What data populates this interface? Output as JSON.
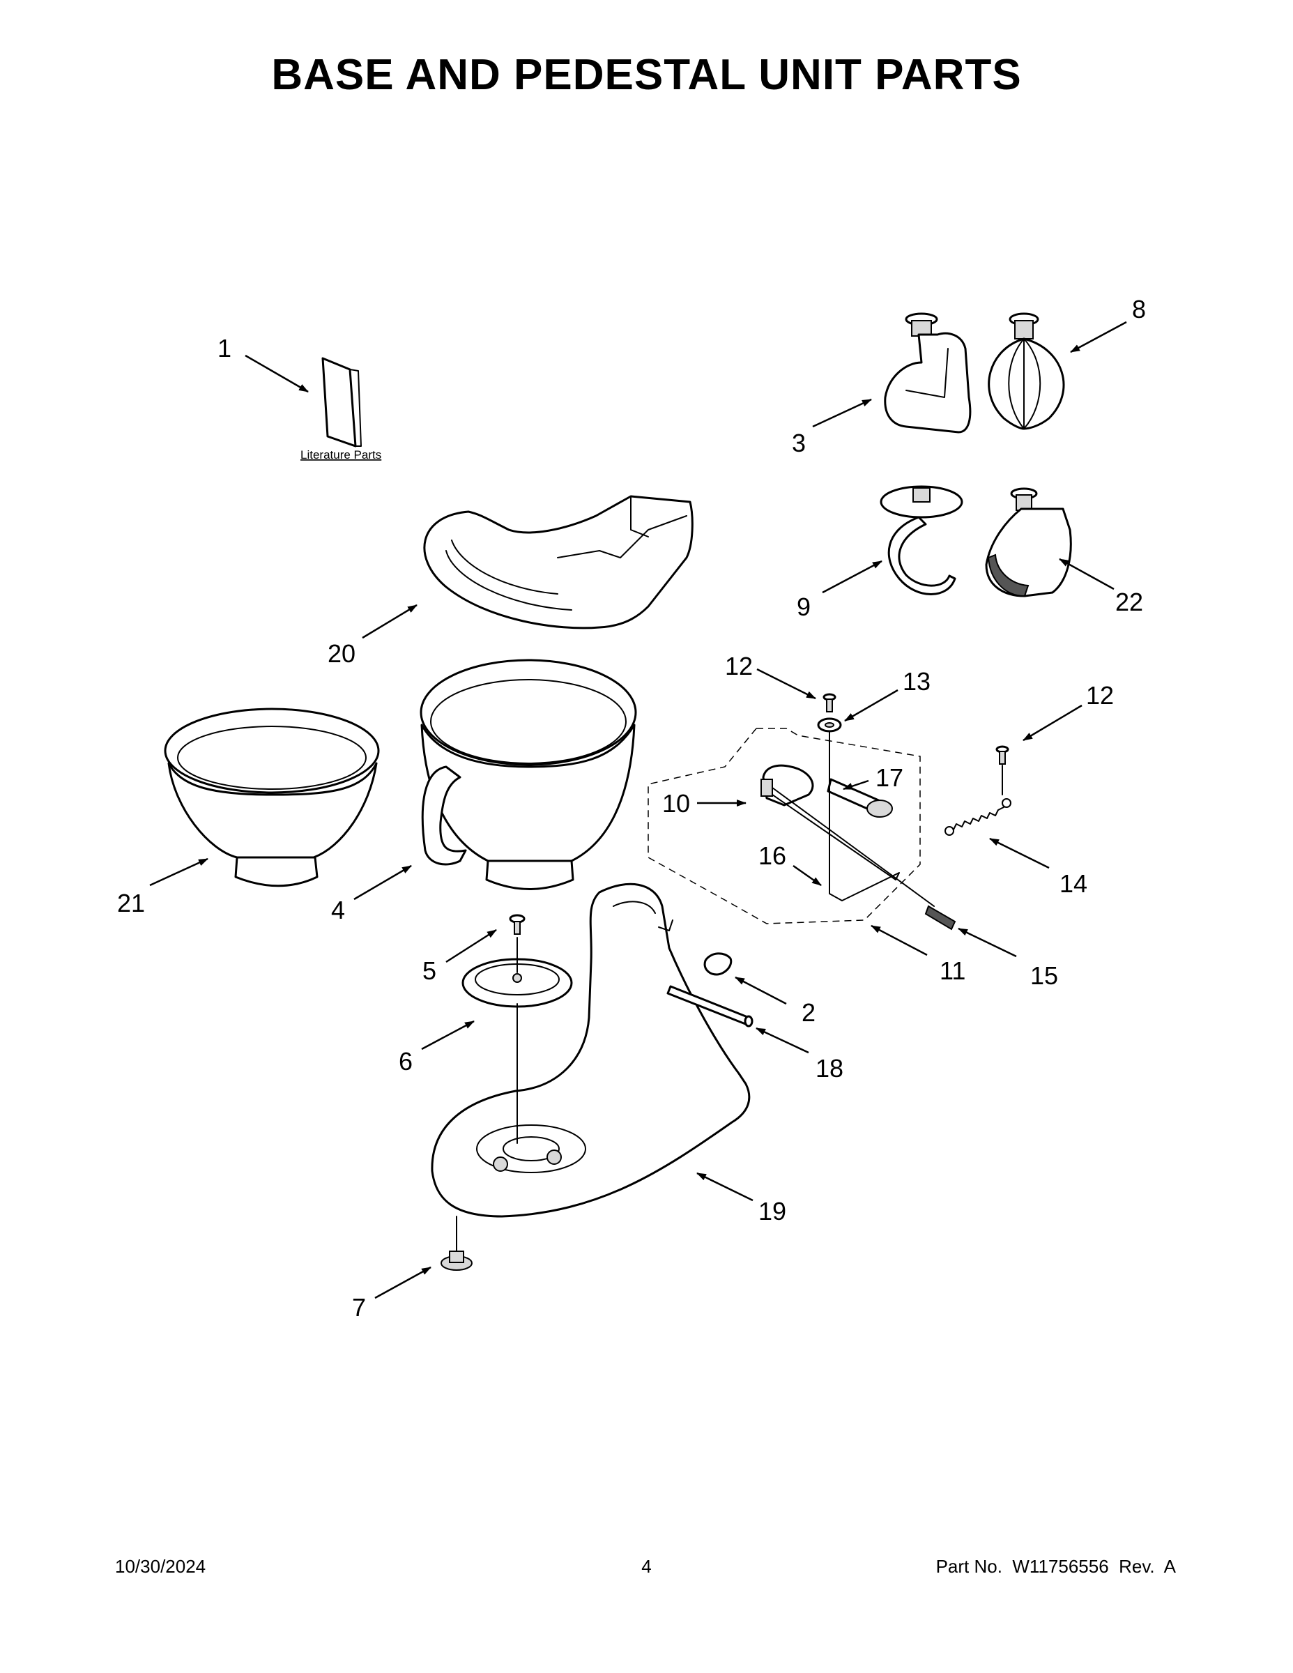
{
  "title": "BASE AND PEDESTAL UNIT PARTS",
  "literature_label": "Literature Parts",
  "callouts": {
    "c1": "1",
    "c2": "2",
    "c3": "3",
    "c4": "4",
    "c5": "5",
    "c6": "6",
    "c7": "7",
    "c8": "8",
    "c9": "9",
    "c10": "10",
    "c11": "11",
    "c12a": "12",
    "c12b": "12",
    "c13": "13",
    "c14": "14",
    "c15": "15",
    "c16": "16",
    "c17": "17",
    "c18": "18",
    "c19": "19",
    "c20": "20",
    "c21": "21",
    "c22": "22"
  },
  "footer": {
    "date": "10/30/2024",
    "page": "4",
    "part_no": "Part No.  W11756556  Rev.  A"
  }
}
